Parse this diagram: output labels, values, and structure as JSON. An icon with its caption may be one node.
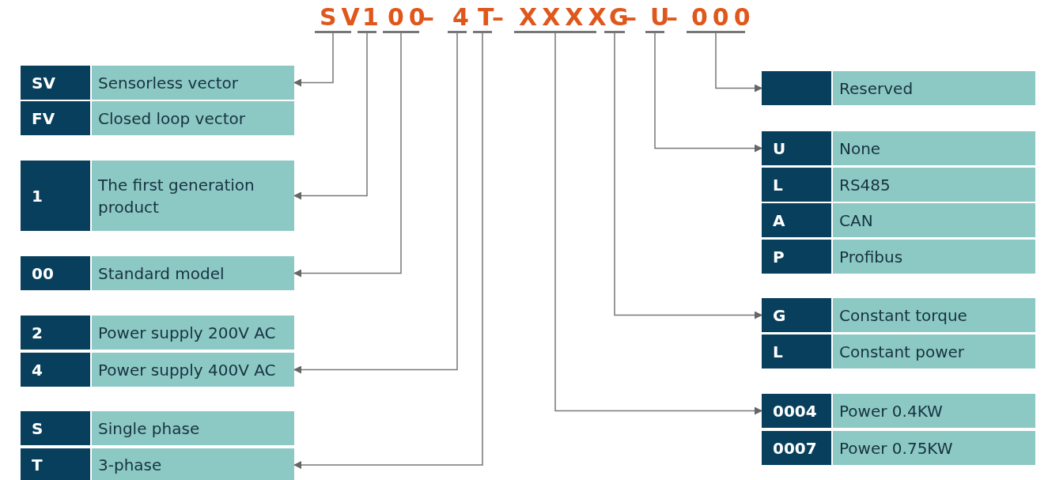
{
  "diagram": {
    "nodes": [
      {
        "text": [
          "SV"
        ]
      },
      {
        "text": [
          "1"
        ]
      },
      {
        "text": [
          "00"
        ]
      },
      {
        "text": [
          "4"
        ]
      },
      {
        "text": [
          "T"
        ]
      },
      {
        "text": [
          "XXXX"
        ]
      },
      {
        "text": [
          "G"
        ]
      },
      {
        "text": [
          "U"
        ]
      },
      {
        "text": [
          "000"
        ]
      },
      {
        "text": [
          "SV",
          "Sensorless vector"
        ]
      },
      {
        "text": [
          "FV",
          "Closed loop vector"
        ]
      },
      {
        "text": [
          "1",
          "The first generation product"
        ]
      },
      {
        "text": [
          "00",
          "Standard model"
        ]
      },
      {
        "text": [
          "2",
          "Power supply 200V AC"
        ]
      },
      {
        "text": [
          "4",
          "Power supply 400V AC"
        ]
      },
      {
        "text": [
          "S",
          "Single phase"
        ]
      },
      {
        "text": [
          "T",
          "3-phase"
        ]
      },
      {
        "text": [
          "Reserved"
        ]
      },
      {
        "text": [
          "U",
          "None"
        ]
      },
      {
        "text": [
          "L",
          "RS485"
        ]
      },
      {
        "text": [
          "A",
          "CAN"
        ]
      },
      {
        "text": [
          "P",
          "Profibus"
        ]
      },
      {
        "text": [
          "G",
          "Constant torque"
        ]
      },
      {
        "text": [
          "L",
          "Constant power"
        ]
      },
      {
        "text": [
          "0004",
          "Power 0.4KW"
        ]
      },
      {
        "text": [
          "0007",
          "Power 0.75KW"
        ]
      }
    ],
    "edges": [
      {
        "from": 0,
        "to": 9,
        "arrow": "to"
      },
      {
        "from": 1,
        "to": 11,
        "arrow": "to"
      },
      {
        "from": 2,
        "to": 12,
        "arrow": "to"
      },
      {
        "from": 3,
        "to": 14,
        "arrow": "to"
      },
      {
        "from": 4,
        "to": 16,
        "arrow": "to"
      },
      {
        "from": 5,
        "to": 24,
        "arrow": "to"
      },
      {
        "from": 6,
        "to": 22,
        "arrow": "to"
      },
      {
        "from": 7,
        "to": 18,
        "arrow": "to"
      },
      {
        "from": 8,
        "to": 17,
        "arrow": "to"
      }
    ],
    "labels": [
      "–",
      "–",
      "–",
      "–"
    ]
  }
}
